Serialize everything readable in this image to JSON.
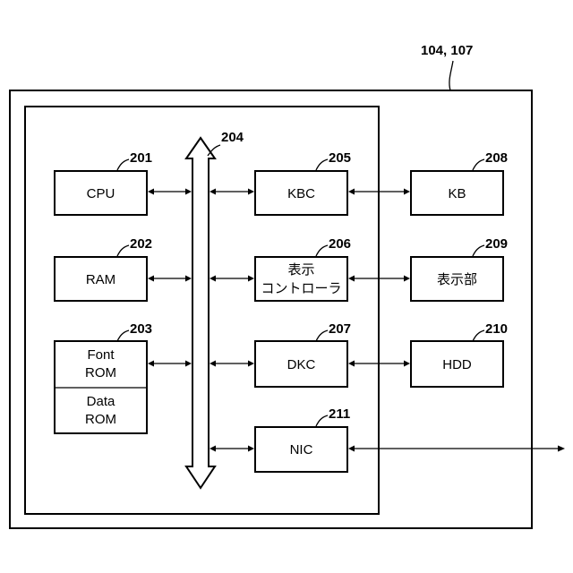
{
  "labels": {
    "device_ref": "104, 107",
    "bus_ref": "204",
    "cpu": {
      "ref": "201",
      "text": "CPU"
    },
    "ram": {
      "ref": "202",
      "text": "RAM"
    },
    "rom": {
      "ref": "203",
      "font_line1": "Font",
      "font_line2": "ROM",
      "data_line1": "Data",
      "data_line2": "ROM"
    },
    "kbc": {
      "ref": "205",
      "text": "KBC"
    },
    "display_controller": {
      "ref": "206",
      "line1": "表示",
      "line2": "コントローラ"
    },
    "dkc": {
      "ref": "207",
      "text": "DKC"
    },
    "kb": {
      "ref": "208",
      "text": "KB"
    },
    "display": {
      "ref": "209",
      "text": "表示部"
    },
    "hdd": {
      "ref": "210",
      "text": "HDD"
    },
    "nic": {
      "ref": "211",
      "text": "NIC"
    }
  },
  "colors": {
    "stroke": "#000000",
    "background": "#ffffff"
  }
}
